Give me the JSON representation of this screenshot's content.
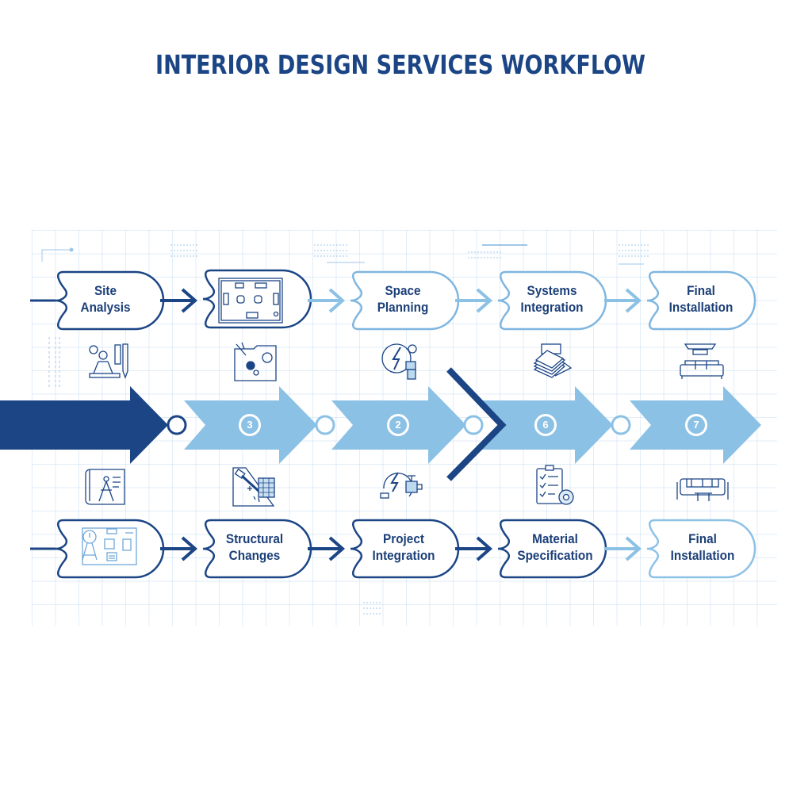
{
  "title": "INTERIOR DESIGN SERVICES WORKFLOW",
  "colors": {
    "dark_blue": "#1b4585",
    "light_blue": "#8cc1e6",
    "outline_light": "#7fb6e0",
    "grid": "#dcebf7",
    "text": "#1b3f78"
  },
  "top_row": {
    "nodes": [
      {
        "label_line1": "Site",
        "label_line2": "Analysis",
        "style": "dark"
      },
      {
        "label_line1": "",
        "label_line2": "",
        "style": "dark",
        "icon": "floor-plan-icon"
      },
      {
        "label_line1": "Space",
        "label_line2": "Planning",
        "style": "light"
      },
      {
        "label_line1": "Systems",
        "label_line2": "Integration",
        "style": "light"
      },
      {
        "label_line1": "Final",
        "label_line2": "Installation",
        "style": "light"
      }
    ]
  },
  "middle_row": {
    "step_numbers": [
      "3",
      "2",
      "6",
      "7"
    ],
    "icons_above": [
      "surveying-tools-icon",
      "demolition-icon",
      "electrical-systems-icon",
      "material-samples-icon",
      "furniture-lighting-icon"
    ],
    "icons_below": [
      "blueprint-compass-icon",
      "construction-hammer-icon",
      "electrical-plumbing-icon",
      "checklist-gear-icon",
      "sofa-table-icon"
    ]
  },
  "bottom_row": {
    "nodes": [
      {
        "label_line1": "",
        "label_line2": "",
        "style": "dark",
        "icon": "plan-drawing-icon"
      },
      {
        "label_line1": "Structural",
        "label_line2": "Changes",
        "style": "dark"
      },
      {
        "label_line1": "Project",
        "label_line2": "Integration",
        "style": "dark"
      },
      {
        "label_line1": "Material",
        "label_line2": "Specification",
        "style": "dark"
      },
      {
        "label_line1": "Final",
        "label_line2": "Installation",
        "style": "light"
      }
    ]
  }
}
